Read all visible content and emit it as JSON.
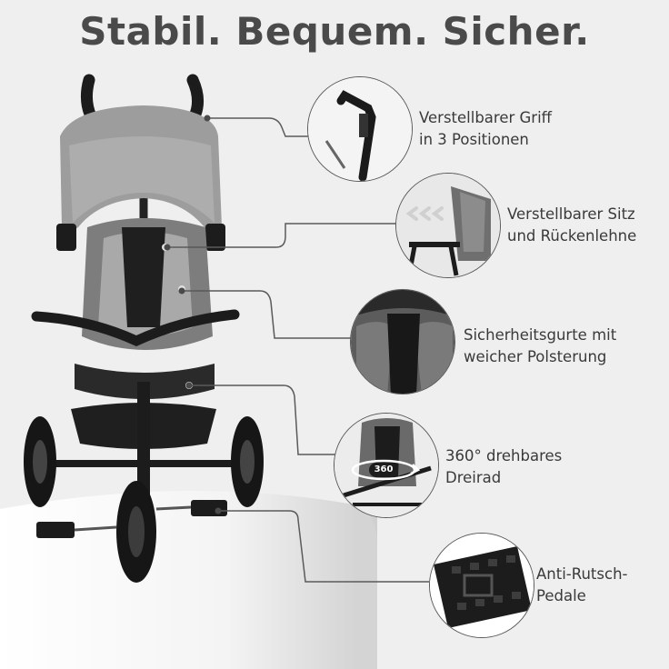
{
  "headline": "Stabil. Bequem. Sicher.",
  "features": [
    {
      "id": "handle",
      "line1": "Verstellbarer Griff",
      "line2": "in 3 Positionen"
    },
    {
      "id": "seat",
      "line1": "Verstellbarer Sitz",
      "line2": "und Rückenlehne"
    },
    {
      "id": "belts",
      "line1": "Sicherheitsgurte mit",
      "line2": "weicher Polsterung"
    },
    {
      "id": "rotation",
      "line1": "360° drehbares",
      "line2": "Dreirad",
      "badge": "360"
    },
    {
      "id": "pedals",
      "line1": "Anti-Rutsch-",
      "line2": "Pedale"
    }
  ],
  "colors": {
    "background": "#efefef",
    "text": "#3a3a3a",
    "headline": "#4a4a4a",
    "frame": "#1c1c1c",
    "canopy": "#9a9a9a",
    "line": "#5a5a5a"
  }
}
